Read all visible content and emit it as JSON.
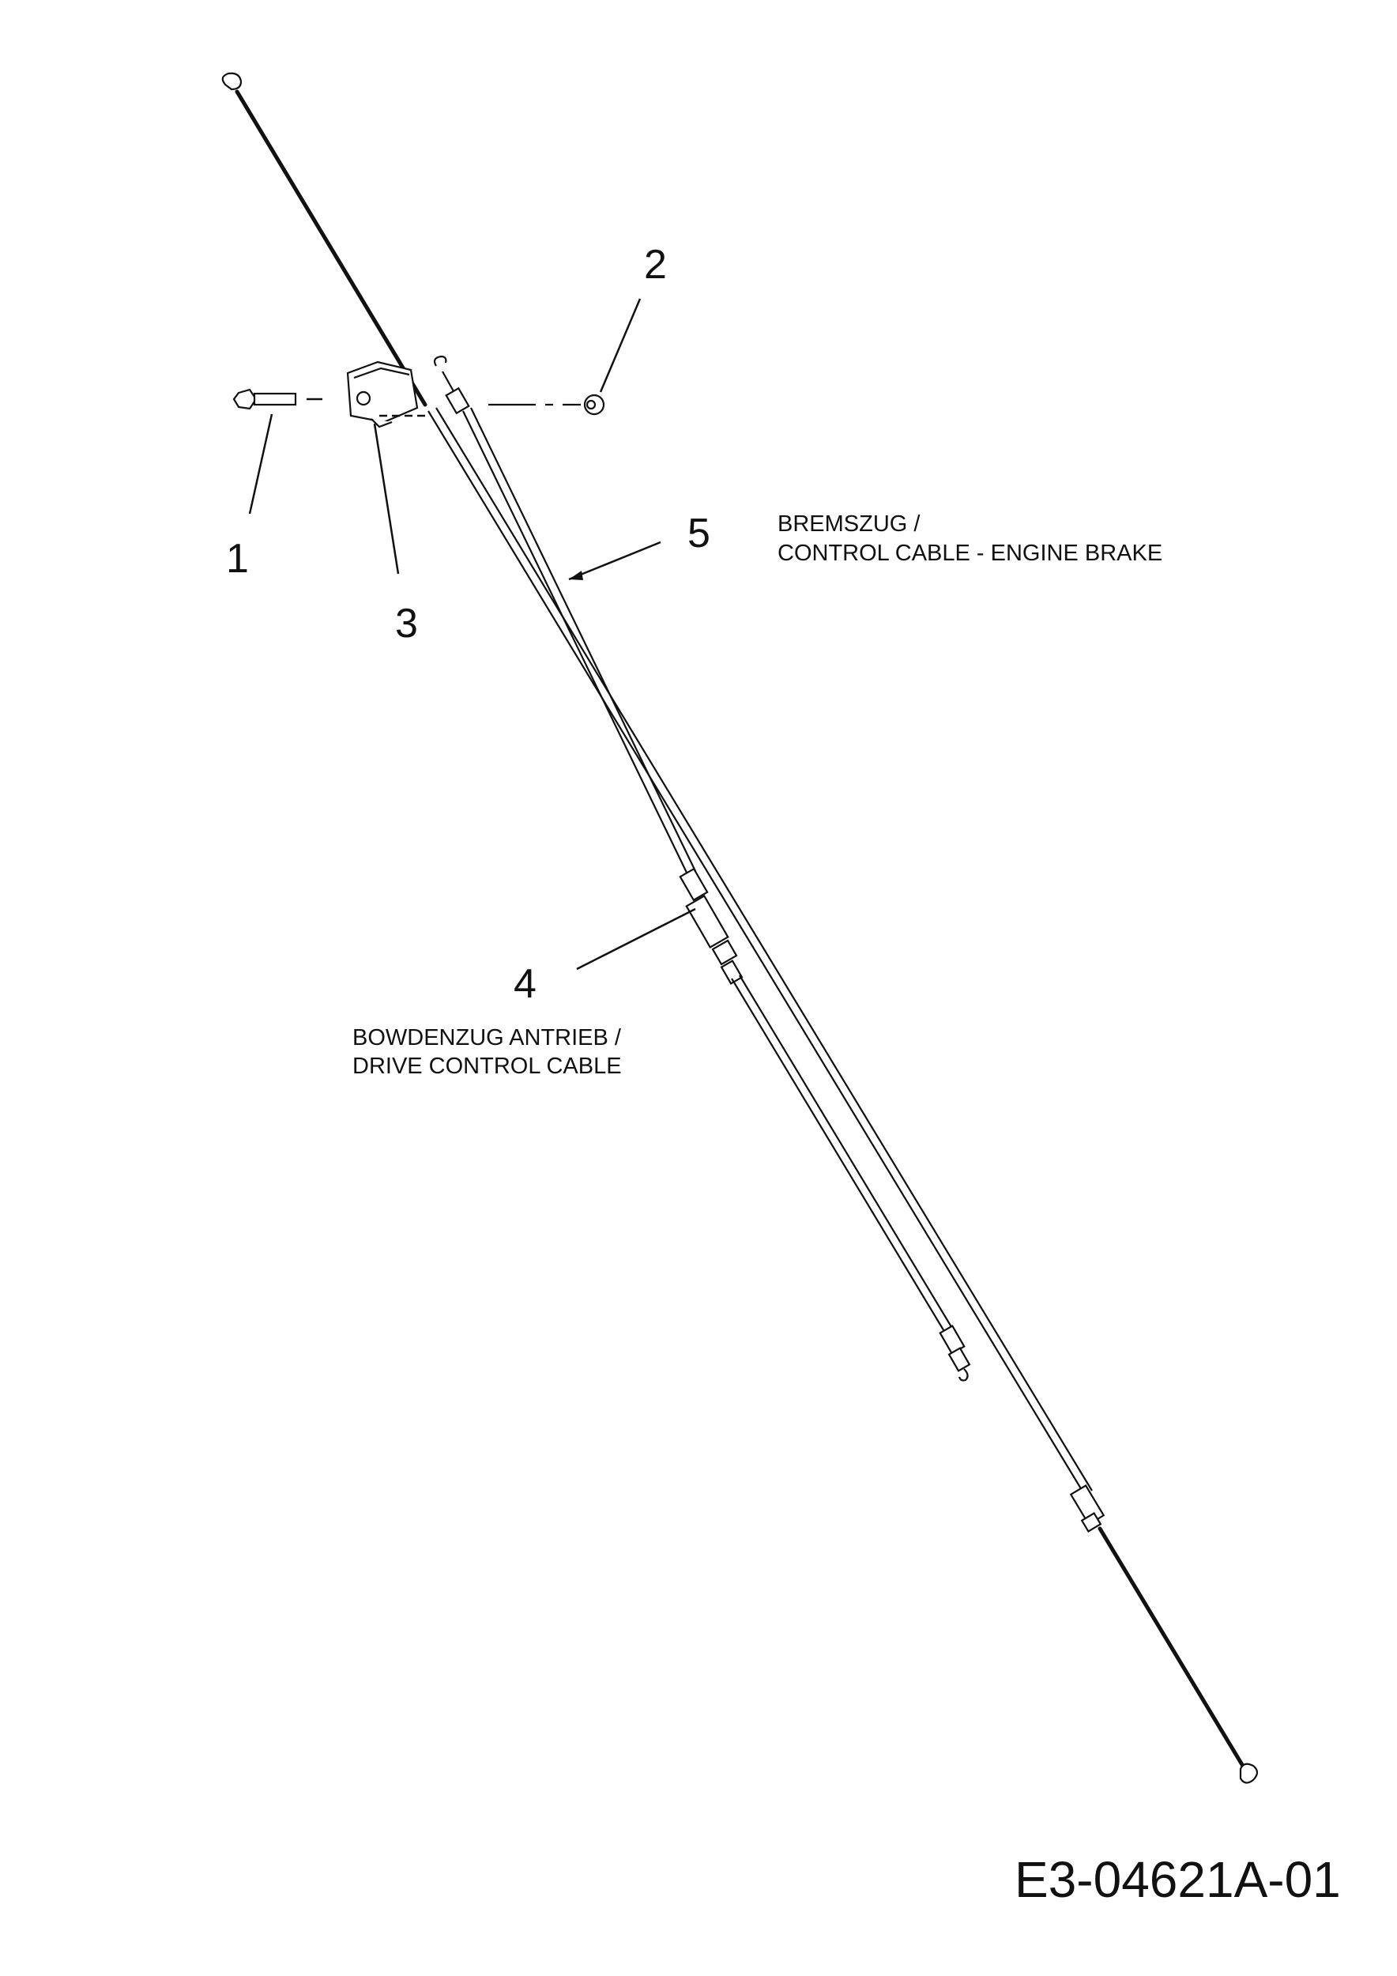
{
  "diagram": {
    "callouts": [
      {
        "id": "1",
        "label": "1"
      },
      {
        "id": "2",
        "label": "2"
      },
      {
        "id": "3",
        "label": "3"
      },
      {
        "id": "4",
        "label": "4"
      },
      {
        "id": "5",
        "label": "5"
      }
    ],
    "cable_5_label": {
      "line1": "BREMSZUG /",
      "line2": "CONTROL CABLE - ENGINE BRAKE"
    },
    "cable_4_label": {
      "line1": "BOWDENZUG ANTRIEB /",
      "line2": "DRIVE CONTROL CABLE"
    },
    "drawing_code": "E3-04621A-01"
  }
}
